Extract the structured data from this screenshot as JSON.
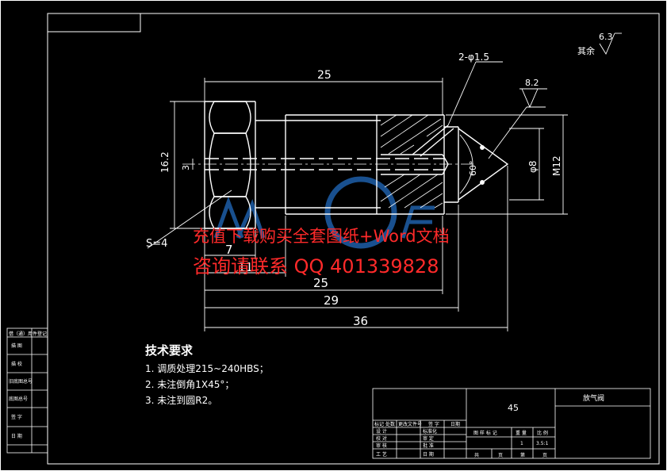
{
  "dimensions": {
    "top_length": "25",
    "hole_callout": "2-φ1.5",
    "roughness_other": "6.3",
    "roughness_other_label": "其余",
    "roughness_face": "8.2",
    "height_hex": "16.2",
    "bore": "3",
    "angle": "60°",
    "dia": "φ8",
    "thread": "M12",
    "hex_size": "S=4",
    "len_7": "7",
    "len_11": "11",
    "len_25": "25",
    "len_29": "29",
    "len_36": "36"
  },
  "watermark": {
    "line1": "充值下载购买全套图纸+Word文档",
    "line2": "咨询请联系  QQ 401339828"
  },
  "tech_requirements": {
    "title": "技术要求",
    "items": [
      "1. 调质处理215~240HBS；",
      "2. 未注倒角1X45°；",
      "3. 未注到圆R2。"
    ]
  },
  "side_table": [
    "借（通）用件登记",
    "描 图",
    "描 校",
    "旧底图总号",
    "底图总号",
    "签 字",
    "日 期"
  ],
  "title_block": {
    "material": "45",
    "part_name": "放气阀",
    "header_cells": [
      "标记",
      "处数",
      "更改文件号",
      "签 字",
      "日期"
    ],
    "left_rows": [
      [
        "设 计",
        "标准化"
      ],
      [
        "校 对",
        "审 定"
      ],
      [
        "审 核",
        "批 准"
      ],
      [
        "工 艺",
        "日 期"
      ]
    ],
    "stage_header": [
      "图 样 标 记",
      "重 量",
      "比 例"
    ],
    "weight": "1",
    "scale": "3.5:1",
    "sheet_label": "共",
    "page_label": "页",
    "sheet_no_label": "第",
    "page2_label": "页"
  },
  "colors": {
    "frame": "#ffffff",
    "dimension": "#ffffff",
    "watermark": "#ff2a2a",
    "logo": "#1e5fa8"
  }
}
